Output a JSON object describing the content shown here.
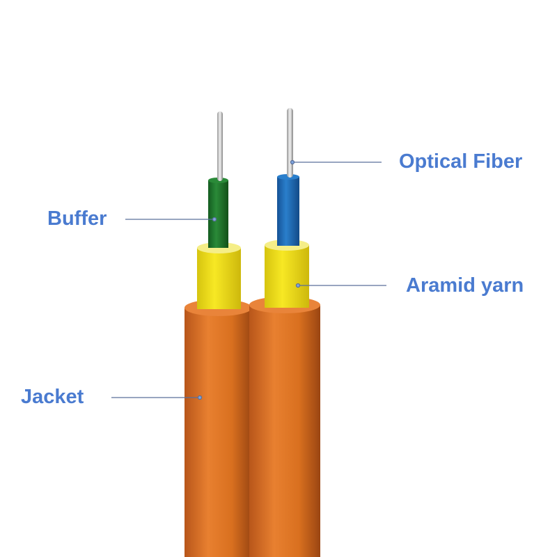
{
  "labels": {
    "optical_fiber": "Optical Fiber",
    "buffer": "Buffer",
    "aramid_yarn": "Aramid yarn",
    "jacket": "Jacket"
  },
  "colors": {
    "label": "#4a7bd0",
    "leader_line": "#5a6f9a",
    "jacket": "#e07520",
    "aramid_yarn": "#f2e21a",
    "buffer_left": "#1f7a2e",
    "buffer_right": "#1f6cb8",
    "fiber": "#d8d8d8"
  }
}
